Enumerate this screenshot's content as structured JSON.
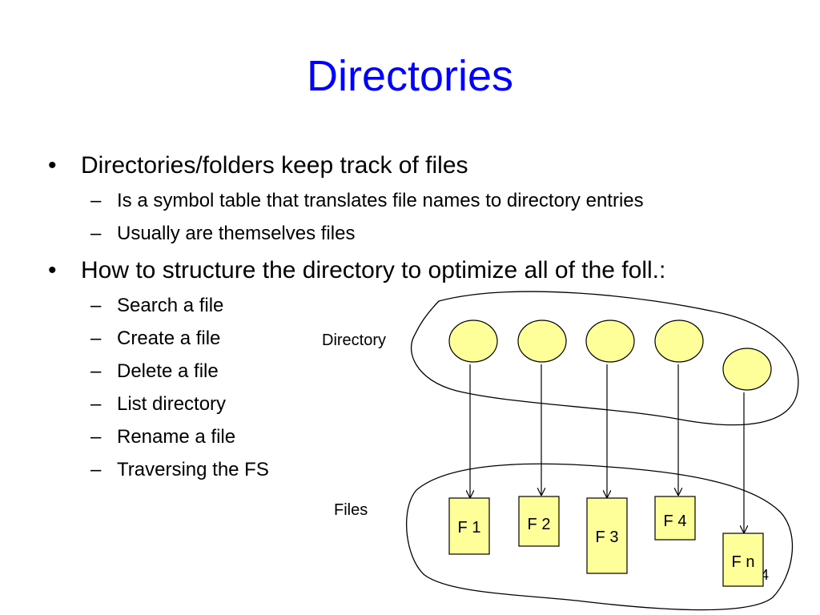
{
  "colors": {
    "title": "#0000ff",
    "text": "#000000",
    "node_fill": "#ffff99",
    "stroke": "#000000",
    "background": "#ffffff"
  },
  "slide": {
    "title": "Directories",
    "bullets": [
      {
        "text": "Directories/folders keep track of files",
        "subs": [
          "Is a symbol table that translates file names to directory entries",
          "Usually are themselves files"
        ]
      },
      {
        "text": "How to structure the directory to optimize all of the foll.:",
        "subs": [
          "Search a file",
          "Create a file",
          "Delete a file",
          "List directory",
          "Rename a file",
          "Traversing the FS"
        ]
      }
    ],
    "bullet_mark": "•",
    "sub_mark": "–",
    "page_number": "4"
  },
  "diagram": {
    "directory_label": "Directory",
    "files_label": "Files",
    "files": [
      "F 1",
      "F 2",
      "F 3",
      "F 4",
      "F n"
    ]
  }
}
